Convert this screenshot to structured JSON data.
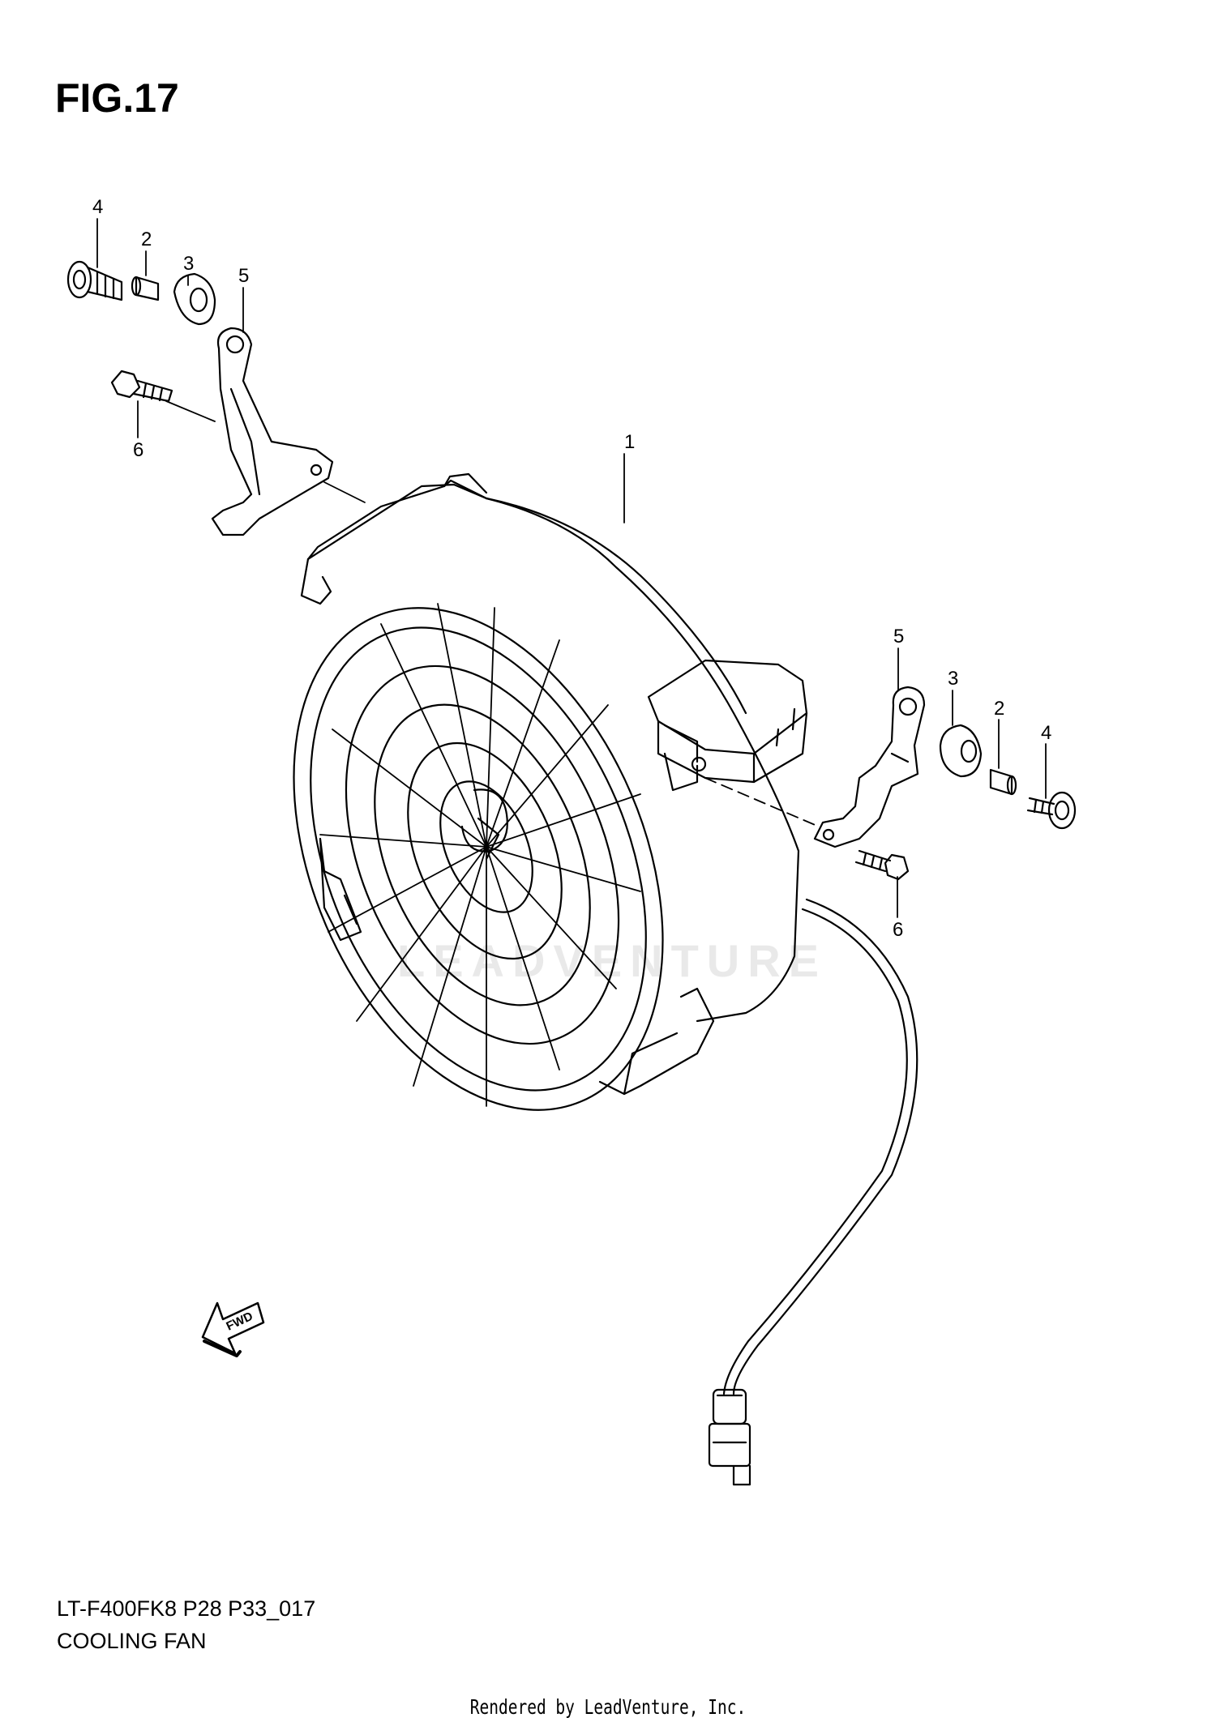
{
  "figure": {
    "title": "FIG.17",
    "code": "LT-F400FK8 P28 P33_017",
    "name": "COOLING FAN"
  },
  "callouts": [
    "1",
    "2",
    "3",
    "4",
    "5",
    "6",
    "5",
    "3",
    "2",
    "4",
    "6"
  ],
  "fwd_label": "FWD",
  "watermark": "LEADVENTURE",
  "credit": "Rendered by LeadVenture, Inc."
}
